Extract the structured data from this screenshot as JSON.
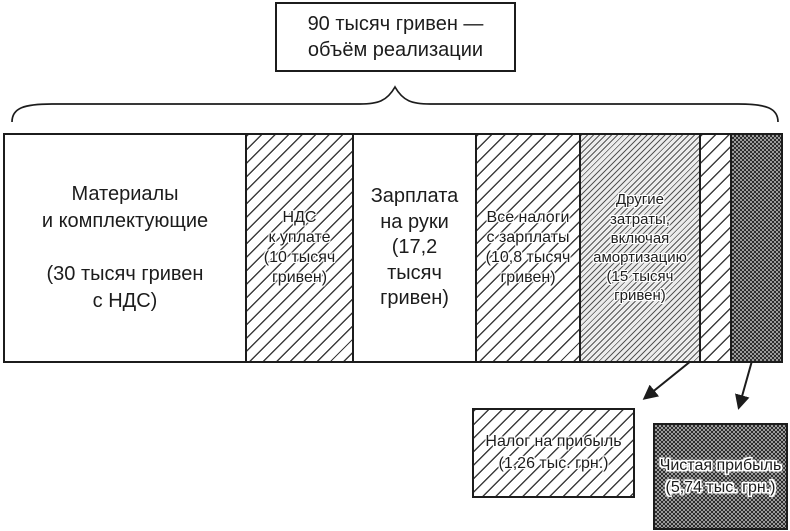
{
  "title": "90 тысяч гривен —\nобъём реализации",
  "bar": {
    "segments": [
      {
        "name": "materials",
        "label": "Материалы\nи комплектующие\n\n(30 тысяч гривен\nс НДС)",
        "fill": "plain"
      },
      {
        "name": "vat-payable",
        "label": "НДС\nк уплате\n(10 тысяч\nгривен)",
        "fill": "hatch"
      },
      {
        "name": "net-salary",
        "label": "Зарплата\nна руки\n(17,2\nтысяч\nгривен)",
        "fill": "plain"
      },
      {
        "name": "salary-taxes",
        "label": "Все налоги\nс зарплаты\n(10,8 тысяч\nгривен)",
        "fill": "hatch"
      },
      {
        "name": "other-costs",
        "label": "Другие\nзатраты,\nвключая\nамортизацию\n(15 тысяч\nгривен)",
        "fill": "fine-hatch"
      },
      {
        "name": "profit-tax",
        "label": "",
        "fill": "hatch"
      },
      {
        "name": "net-profit",
        "label": "",
        "fill": "checker"
      }
    ]
  },
  "callouts": [
    {
      "name": "profit-tax",
      "label": "Налог на прибыль\n(1,26 тыс. грн.)",
      "fill": "hatch"
    },
    {
      "name": "net-profit",
      "label": "Чистая прибыль\n(5,74 тыс. грн.)",
      "fill": "checker"
    }
  ],
  "colors": {
    "ink": "#1c1c1c",
    "background": "#ffffff"
  }
}
